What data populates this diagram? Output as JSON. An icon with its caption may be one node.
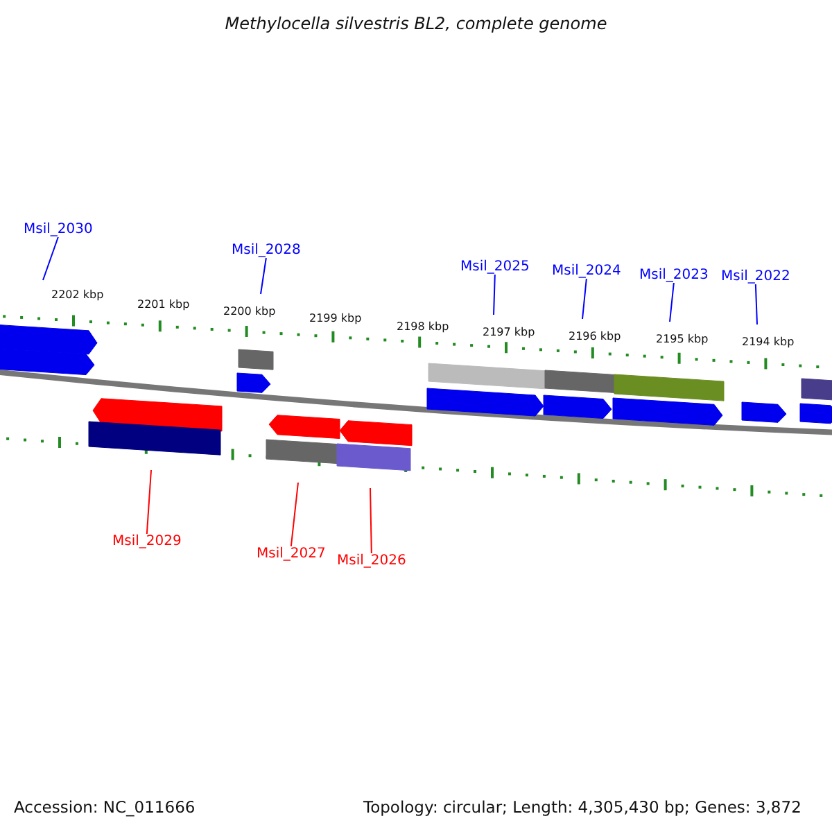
{
  "diagram": {
    "title": "Methylocella silvestris BL2, complete genome",
    "nodes": [
      {
        "text": [
          "Msil_2030"
        ]
      },
      {
        "text": [
          "Msil_2028"
        ]
      },
      {
        "text": [
          "Msil_2025"
        ]
      },
      {
        "text": [
          "Msil_2024"
        ]
      },
      {
        "text": [
          "Msil_2023"
        ]
      },
      {
        "text": [
          "Msil_2022"
        ]
      },
      {
        "text": [
          "Msil_2029"
        ]
      },
      {
        "text": [
          "Msil_2027"
        ]
      },
      {
        "text": [
          "Msil_2026"
        ]
      }
    ],
    "edges": [
      {
        "from": 0,
        "to": null,
        "arrow": "none"
      },
      {
        "from": 1,
        "to": null,
        "arrow": "none"
      },
      {
        "from": 2,
        "to": null,
        "arrow": "none"
      },
      {
        "from": 3,
        "to": null,
        "arrow": "none"
      },
      {
        "from": 4,
        "to": null,
        "arrow": "none"
      },
      {
        "from": 5,
        "to": null,
        "arrow": "none"
      },
      {
        "from": 6,
        "to": null,
        "arrow": "none",
        "color": "#ff0000"
      },
      {
        "from": 7,
        "to": null,
        "arrow": "none",
        "color": "#ff0000"
      },
      {
        "from": 8,
        "to": null,
        "arrow": "none",
        "color": "#ff0000"
      }
    ],
    "labels": [
      "2202 kbp",
      "2201 kbp",
      "2200 kbp",
      "2199 kbp",
      "2198 kbp",
      "2197 kbp",
      "2196 kbp",
      "2195 kbp",
      "2194 kbp",
      "Accession: NC_011666",
      "Topology: circular; Length: 4,305,430 bp; Genes: 3,872"
    ]
  }
}
